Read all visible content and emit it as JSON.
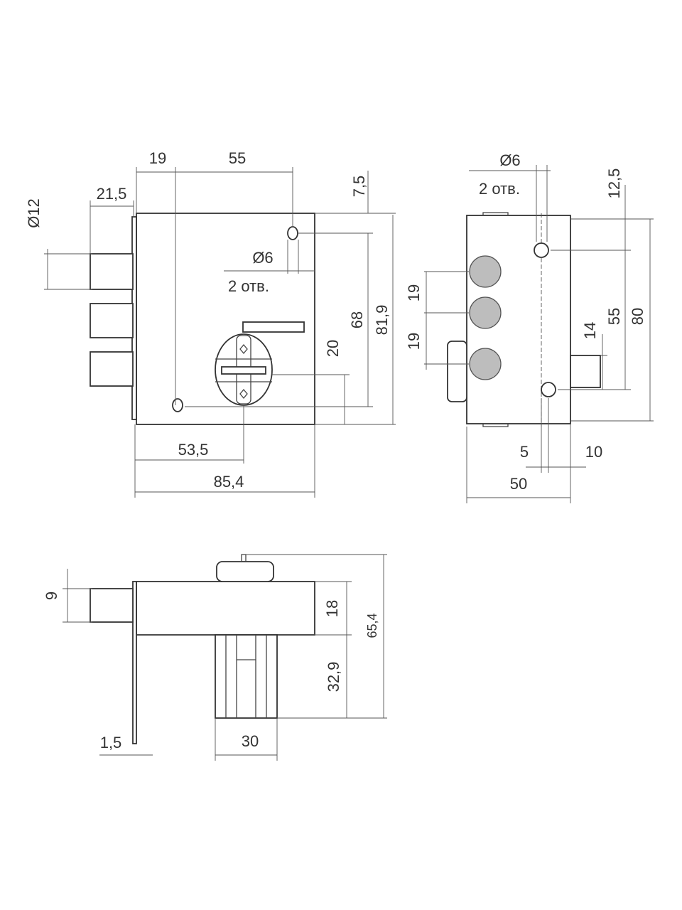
{
  "front_view": {
    "dim_bolt_diameter": "Ø12",
    "dim_bolt_projection": "21,5",
    "dim_edge_to_hole": "19",
    "dim_hole_spacing_h": "55",
    "dim_top_to_hole": "7,5",
    "dim_hole_diameter": "Ø6",
    "hole_count": "2 отв.",
    "dim_hole_spacing_v": "68",
    "dim_height": "81,9",
    "dim_cylinder_height": "20",
    "dim_backset": "53,5",
    "dim_width": "85,4"
  },
  "side_view": {
    "dim_hole_diameter": "Ø6",
    "hole_count": "2 отв.",
    "dim_top_to_hole": "12,5",
    "dim_bolt_spacing_1": "19",
    "dim_bolt_spacing_2": "19",
    "dim_bolt_height": "14",
    "dim_hole_spacing": "55",
    "dim_height": "80",
    "dim_hole_offset": "5",
    "dim_bolt_projection": "10",
    "dim_depth": "50"
  },
  "bottom_view": {
    "dim_bolt_thickness": "9",
    "dim_body_depth": "18",
    "dim_handle_depth": "32,9",
    "dim_total_depth": "65,4",
    "dim_faceplate_thickness": "1,5",
    "dim_handle_width": "30"
  }
}
